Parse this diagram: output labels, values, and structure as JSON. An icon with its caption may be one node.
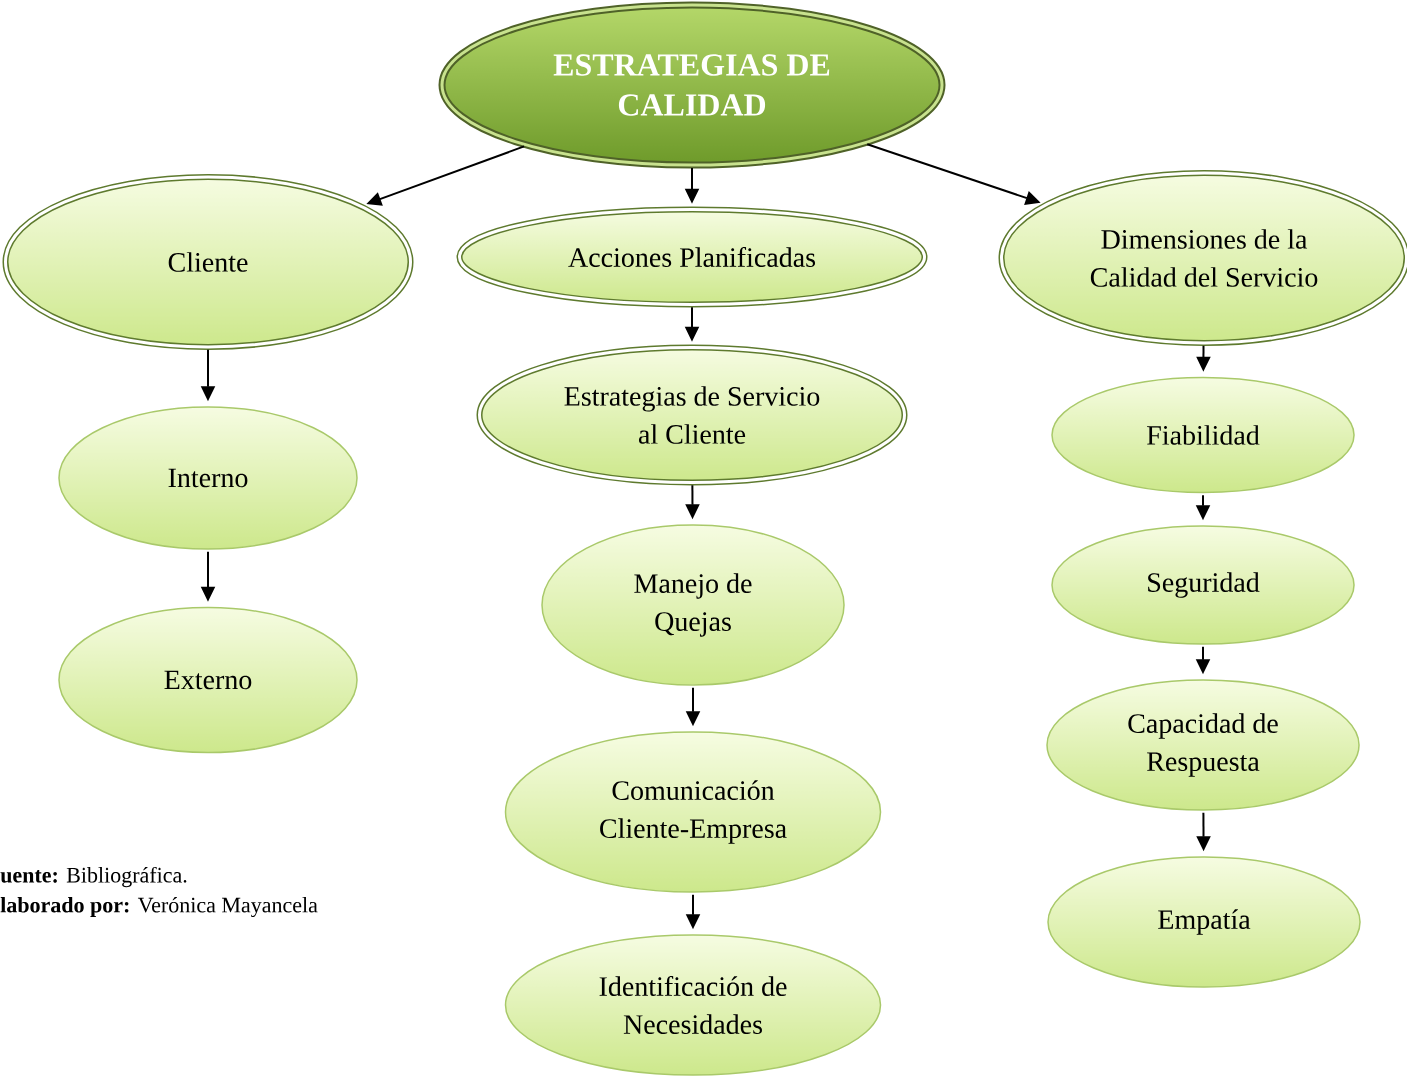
{
  "diagram": {
    "nodes": [
      {
        "text": [
          "ESTRATEGIAS DE CALIDAD"
        ]
      },
      {
        "text": [
          "Cliente"
        ]
      },
      {
        "text": [
          "Acciones Planificadas"
        ]
      },
      {
        "text": [
          "Dimensiones de la Calidad del Servicio"
        ]
      },
      {
        "text": [
          "Interno"
        ]
      },
      {
        "text": [
          "Externo"
        ]
      },
      {
        "text": [
          "Estrategias de Servicio al Cliente"
        ]
      },
      {
        "text": [
          "Manejo de Quejas"
        ]
      },
      {
        "text": [
          "Comunicación Cliente-Empresa"
        ]
      },
      {
        "text": [
          "Identificación de Necesidades"
        ]
      },
      {
        "text": [
          "Fiabilidad"
        ]
      },
      {
        "text": [
          "Seguridad"
        ]
      },
      {
        "text": [
          "Capacidad de Respuesta"
        ]
      },
      {
        "text": [
          "Empatía"
        ]
      }
    ],
    "edges": [
      {
        "from": 0,
        "to": 1,
        "arrow": "to"
      },
      {
        "from": 0,
        "to": 2,
        "arrow": "to"
      },
      {
        "from": 0,
        "to": 3,
        "arrow": "to"
      },
      {
        "from": 1,
        "to": 4,
        "arrow": "to"
      },
      {
        "from": 4,
        "to": 5,
        "arrow": "to"
      },
      {
        "from": 2,
        "to": 6,
        "arrow": "to"
      },
      {
        "from": 6,
        "to": 7,
        "arrow": "to"
      },
      {
        "from": 7,
        "to": 8,
        "arrow": "to"
      },
      {
        "from": 8,
        "to": 9,
        "arrow": "to"
      },
      {
        "from": 3,
        "to": 10,
        "arrow": "to"
      },
      {
        "from": 10,
        "to": 11,
        "arrow": "to"
      },
      {
        "from": 11,
        "to": 12,
        "arrow": "to"
      },
      {
        "from": 12,
        "to": 13,
        "arrow": "to"
      }
    ],
    "labels": [
      "**uente:** Bibliográfica.",
      "**laborado por:** Verónica Mayancela"
    ]
  }
}
